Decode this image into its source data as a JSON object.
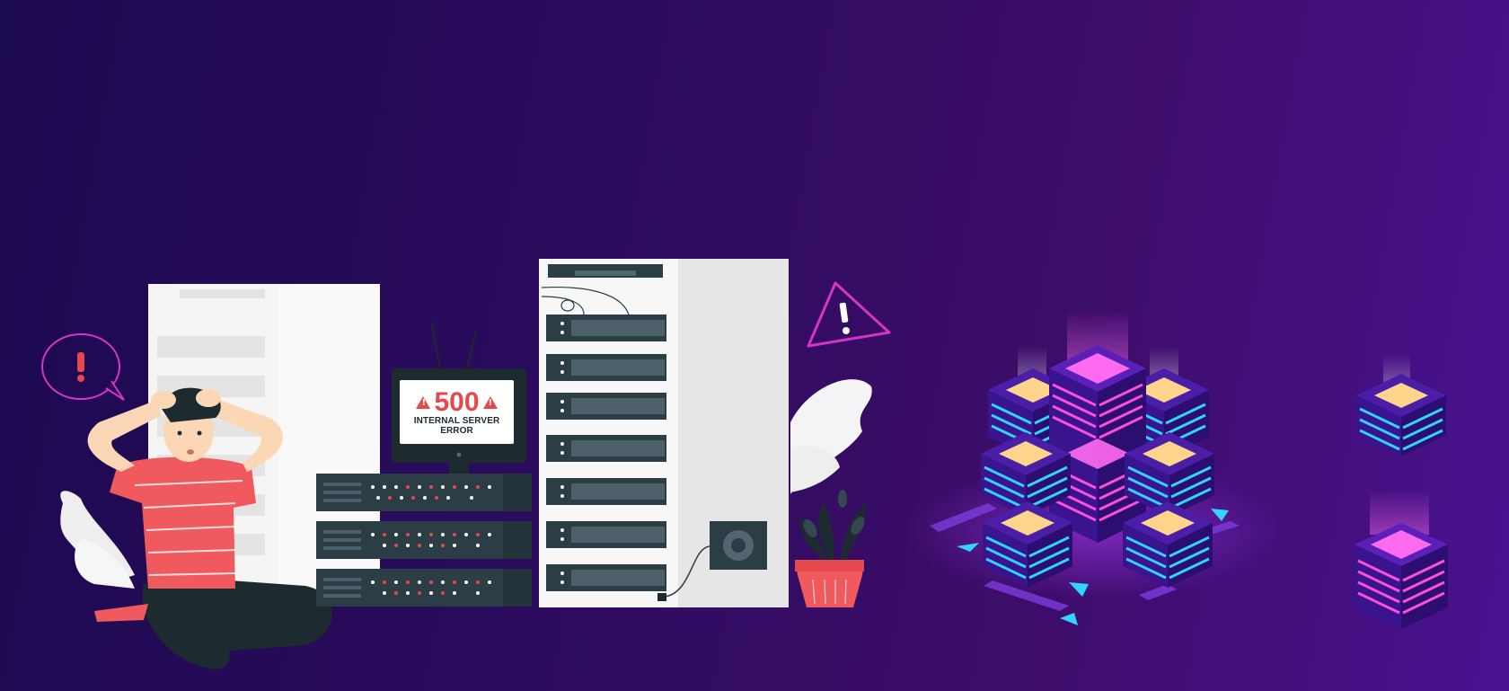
{
  "error": {
    "code": "500",
    "line1": "INTERNAL SERVER",
    "line2": "ERROR"
  },
  "icons": {
    "speech_bubble": "exclamation-speech-bubble-icon",
    "warning": "warning-triangle-icon",
    "monitor_warning": "warning-triangle-icon"
  },
  "colors": {
    "background_start": "#1c0a50",
    "background_end": "#4a1290",
    "alert_red": "#e5484d",
    "alert_magenta": "#d633c7",
    "server_dark": "#2b3e45",
    "shirt": "#f05a5e",
    "neon_cyan": "#2fd4ff",
    "neon_pink": "#ff4fd8"
  }
}
